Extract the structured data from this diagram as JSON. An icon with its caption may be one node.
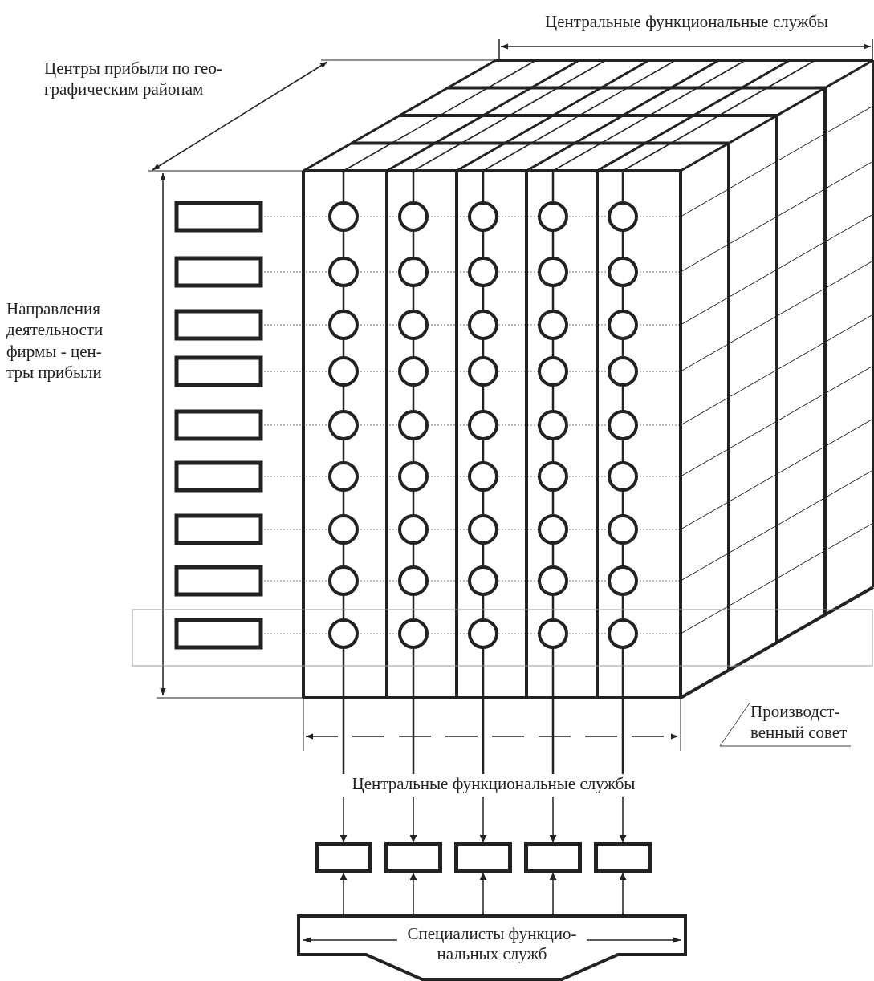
{
  "diagram": {
    "nodes": [
      {
        "text": [
          "Центральные функциональные службы"
        ]
      },
      {
        "text": [],
        "shape": "box"
      },
      {
        "text": [],
        "shape": "box"
      },
      {
        "text": [],
        "shape": "box"
      },
      {
        "text": [],
        "shape": "box"
      },
      {
        "text": [],
        "shape": "box"
      },
      {
        "text": [
          "Специалисты функцио- нальных служб"
        ]
      },
      {
        "text": [
          "Производст- венный совет"
        ]
      }
    ],
    "edges": [
      {
        "from": 0,
        "to": 1,
        "arrow": "to"
      },
      {
        "from": 0,
        "to": 2,
        "arrow": "to"
      },
      {
        "from": 0,
        "to": 3,
        "arrow": "to"
      },
      {
        "from": 0,
        "to": 4,
        "arrow": "to"
      },
      {
        "from": 0,
        "to": 5,
        "arrow": "to"
      },
      {
        "from": 6,
        "to": 1,
        "arrow": "to"
      },
      {
        "from": 6,
        "to": 2,
        "arrow": "to"
      },
      {
        "from": 6,
        "to": 3,
        "arrow": "to"
      },
      {
        "from": 6,
        "to": 4,
        "arrow": "to"
      },
      {
        "from": 6,
        "to": 5,
        "arrow": "to"
      },
      {
        "from": 7,
        "to": null,
        "arrow": "none"
      },
      {
        "from": null,
        "to": 0,
        "arrow": "none"
      },
      {
        "from": null,
        "to": 0,
        "arrow": "none"
      },
      {
        "from": null,
        "to": 0,
        "arrow": "none"
      },
      {
        "from": null,
        "to": 0,
        "arrow": "none"
      },
      {
        "from": null,
        "to": 0,
        "arrow": "none"
      }
    ],
    "labels": [
      "Центральные функциональные службы",
      "Центры прибыли по гео- графическим районам",
      "Направления деятельности фирмы - цен- тры прибыли"
    ]
  }
}
